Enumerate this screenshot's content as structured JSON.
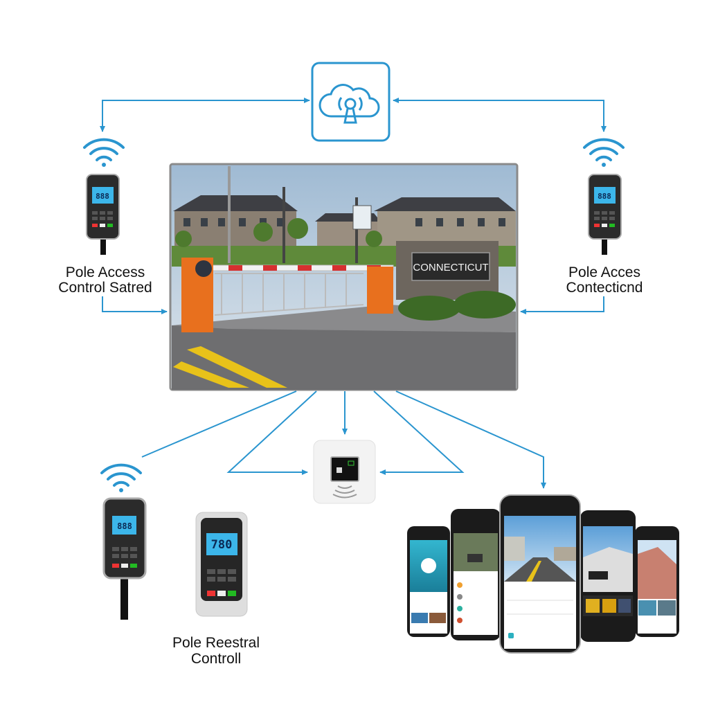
{
  "diagram": {
    "cloud_node": {
      "icon": "cloud-signal-icon"
    },
    "top_left_device": {
      "label_line1": "Pole Access",
      "label_line2": "Control Satred",
      "screen_text": "888"
    },
    "top_right_device": {
      "label_line1": "Pole Acces",
      "label_line2": "Contecticnd",
      "screen_text": "888"
    },
    "gate_photo": {
      "sign_text": "CONNECTICUT"
    },
    "bottom_left_devices": {
      "pole_screen_text": "888",
      "handheld_screen_text": "780",
      "label_line1": "Pole Reestral",
      "label_line2": "Controll"
    },
    "wall_reader": {
      "icon": "nfc-reader-icon"
    },
    "mobile_apps": {
      "phone_count": 5
    },
    "colors": {
      "accent": "#2a95cf",
      "barrier_orange": "#e8701e",
      "screen_blue": "#3cb6ea"
    }
  }
}
